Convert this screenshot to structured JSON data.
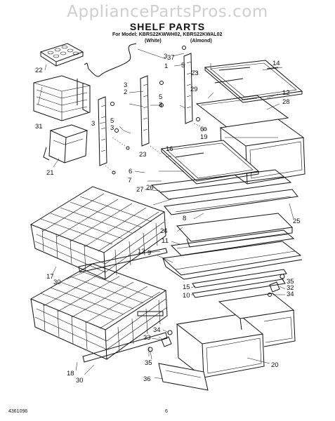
{
  "header": {
    "watermark": "AppliancePartsPros.com",
    "title": "SHELF PARTS",
    "model_line": "For Model: KBRS22KWWH02, KBRS22KWAL02",
    "variant_white": "(White)",
    "variant_almond": "(Almond)"
  },
  "callouts": [
    "22",
    "31",
    "21",
    "37",
    "3",
    "2",
    "1",
    "5",
    "3",
    "23",
    "14",
    "29",
    "12",
    "28",
    "5",
    "3",
    "3",
    "5",
    "3",
    "6",
    "19",
    "16",
    "23",
    "7",
    "26",
    "27",
    "8",
    "6",
    "25",
    "24",
    "11",
    "9",
    "13",
    "17",
    "30",
    "15",
    "10",
    "35",
    "32",
    "34",
    "34",
    "33",
    "35",
    "20",
    "18",
    "30",
    "36"
  ],
  "footer": {
    "doc_number": "4361096",
    "page_number": "6"
  }
}
